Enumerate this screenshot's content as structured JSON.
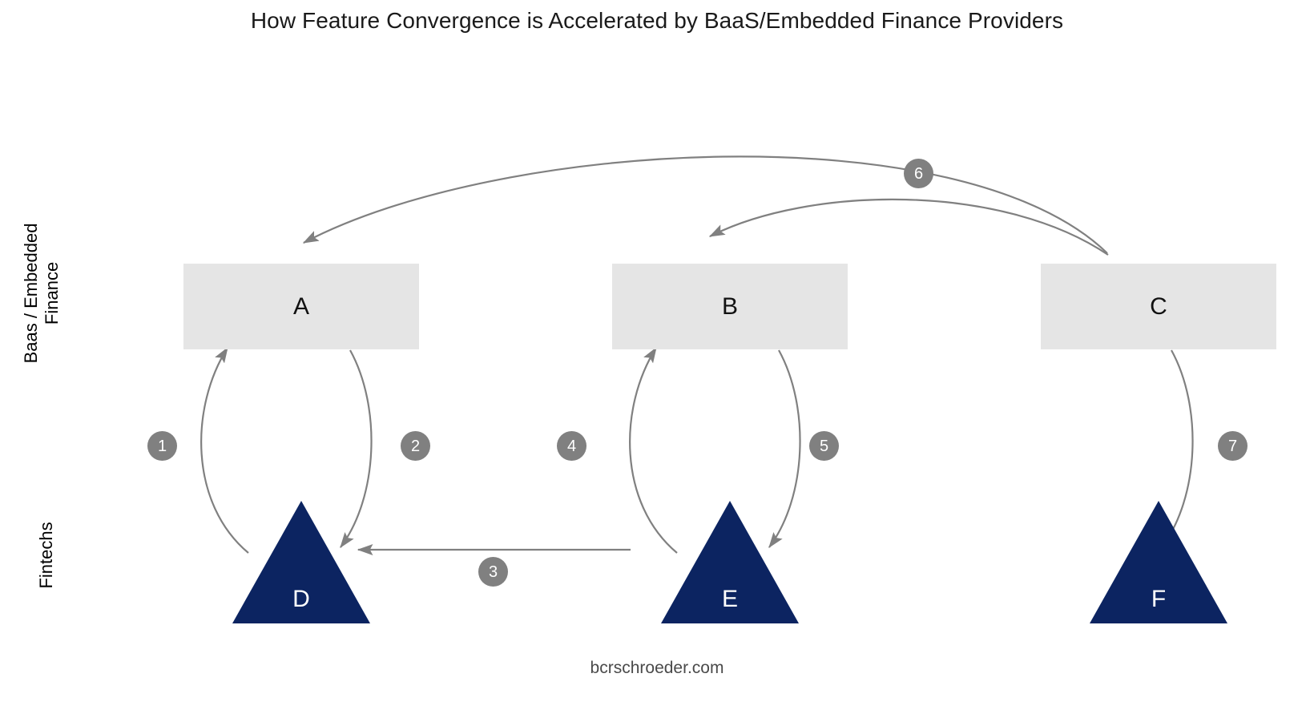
{
  "title": "How Feature Convergence is Accelerated by BaaS/Embedded Finance Providers",
  "watermark": "bcrschroeder.com",
  "axes": {
    "top_label": "Baas / Embedded\nFinance",
    "bottom_label": "Fintechs"
  },
  "colors": {
    "box_fill": "#e5e5e5",
    "triangle_fill": "#0c2461",
    "edge_stroke": "#808080",
    "badge_fill": "#808080",
    "badge_text": "#ffffff",
    "title_text": "#1a1a1a",
    "background": "#ffffff"
  },
  "nodes": {
    "providers": [
      {
        "id": "A",
        "label": "A"
      },
      {
        "id": "B",
        "label": "B"
      },
      {
        "id": "C",
        "label": "C"
      }
    ],
    "fintechs": [
      {
        "id": "D",
        "label": "D"
      },
      {
        "id": "E",
        "label": "E"
      },
      {
        "id": "F",
        "label": "F"
      }
    ]
  },
  "edges": [
    {
      "id": 1,
      "label": "1",
      "from": "D",
      "to": "A"
    },
    {
      "id": 2,
      "label": "2",
      "from": "A",
      "to": "D"
    },
    {
      "id": 3,
      "label": "3",
      "from": "E",
      "to": "D"
    },
    {
      "id": 4,
      "label": "4",
      "from": "E",
      "to": "B"
    },
    {
      "id": 5,
      "label": "5",
      "from": "B",
      "to": "E"
    },
    {
      "id": 6,
      "label": "6",
      "from": "C",
      "to": "A and B"
    },
    {
      "id": 7,
      "label": "7",
      "from": "C",
      "to": "F"
    }
  ]
}
